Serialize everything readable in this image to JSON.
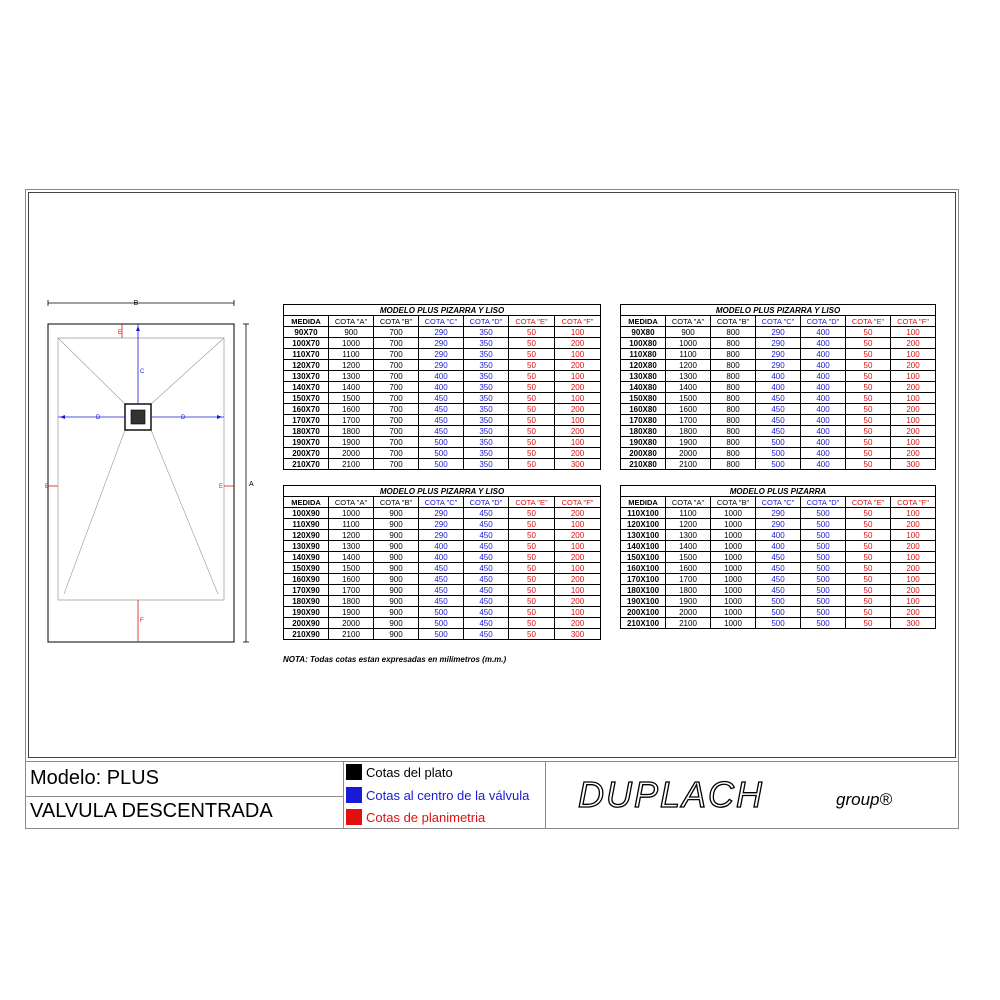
{
  "tables": [
    {
      "title": "MODELO PLUS PIZARRA Y LISO",
      "headers": [
        "MEDIDA",
        "COTA \"A\"",
        "COTA \"B\"",
        "COTA \"C\"",
        "COTA \"D\"",
        "COTA \"E\"",
        "COTA \"F\""
      ],
      "rows": [
        [
          "90X70",
          "900",
          "700",
          "290",
          "350",
          "50",
          "100"
        ],
        [
          "100X70",
          "1000",
          "700",
          "290",
          "350",
          "50",
          "200"
        ],
        [
          "110X70",
          "1100",
          "700",
          "290",
          "350",
          "50",
          "100"
        ],
        [
          "120X70",
          "1200",
          "700",
          "290",
          "350",
          "50",
          "200"
        ],
        [
          "130X70",
          "1300",
          "700",
          "400",
          "350",
          "50",
          "100"
        ],
        [
          "140X70",
          "1400",
          "700",
          "400",
          "350",
          "50",
          "200"
        ],
        [
          "150X70",
          "1500",
          "700",
          "450",
          "350",
          "50",
          "100"
        ],
        [
          "160X70",
          "1600",
          "700",
          "450",
          "350",
          "50",
          "200"
        ],
        [
          "170X70",
          "1700",
          "700",
          "450",
          "350",
          "50",
          "100"
        ],
        [
          "180X70",
          "1800",
          "700",
          "450",
          "350",
          "50",
          "200"
        ],
        [
          "190X70",
          "1900",
          "700",
          "500",
          "350",
          "50",
          "100"
        ],
        [
          "200X70",
          "2000",
          "700",
          "500",
          "350",
          "50",
          "200"
        ],
        [
          "210X70",
          "2100",
          "700",
          "500",
          "350",
          "50",
          "300"
        ]
      ]
    },
    {
      "title": "MODELO PLUS PIZARRA Y LISO",
      "headers": [
        "MEDIDA",
        "COTA \"A\"",
        "COTA \"B\"",
        "COTA \"C\"",
        "COTA \"D\"",
        "COTA \"E\"",
        "COTA \"F\""
      ],
      "rows": [
        [
          "90X80",
          "900",
          "800",
          "290",
          "400",
          "50",
          "100"
        ],
        [
          "100X80",
          "1000",
          "800",
          "290",
          "400",
          "50",
          "200"
        ],
        [
          "110X80",
          "1100",
          "800",
          "290",
          "400",
          "50",
          "100"
        ],
        [
          "120X80",
          "1200",
          "800",
          "290",
          "400",
          "50",
          "200"
        ],
        [
          "130X80",
          "1300",
          "800",
          "400",
          "400",
          "50",
          "100"
        ],
        [
          "140X80",
          "1400",
          "800",
          "400",
          "400",
          "50",
          "200"
        ],
        [
          "150X80",
          "1500",
          "800",
          "450",
          "400",
          "50",
          "100"
        ],
        [
          "160X80",
          "1600",
          "800",
          "450",
          "400",
          "50",
          "200"
        ],
        [
          "170X80",
          "1700",
          "800",
          "450",
          "400",
          "50",
          "100"
        ],
        [
          "180X80",
          "1800",
          "800",
          "450",
          "400",
          "50",
          "200"
        ],
        [
          "190X80",
          "1900",
          "800",
          "500",
          "400",
          "50",
          "100"
        ],
        [
          "200X80",
          "2000",
          "800",
          "500",
          "400",
          "50",
          "200"
        ],
        [
          "210X80",
          "2100",
          "800",
          "500",
          "400",
          "50",
          "300"
        ]
      ]
    },
    {
      "title": "MODELO PLUS PIZARRA Y LISO",
      "headers": [
        "MEDIDA",
        "COTA \"A\"",
        "COTA \"B\"",
        "COTA \"C\"",
        "COTA \"D\"",
        "COTA \"E\"",
        "COTA \"F\""
      ],
      "rows": [
        [
          "100X90",
          "1000",
          "900",
          "290",
          "450",
          "50",
          "200"
        ],
        [
          "110X90",
          "1100",
          "900",
          "290",
          "450",
          "50",
          "100"
        ],
        [
          "120X90",
          "1200",
          "900",
          "290",
          "450",
          "50",
          "200"
        ],
        [
          "130X90",
          "1300",
          "900",
          "400",
          "450",
          "50",
          "100"
        ],
        [
          "140X90",
          "1400",
          "900",
          "400",
          "450",
          "50",
          "200"
        ],
        [
          "150X90",
          "1500",
          "900",
          "450",
          "450",
          "50",
          "100"
        ],
        [
          "160X90",
          "1600",
          "900",
          "450",
          "450",
          "50",
          "200"
        ],
        [
          "170X90",
          "1700",
          "900",
          "450",
          "450",
          "50",
          "100"
        ],
        [
          "180X90",
          "1800",
          "900",
          "450",
          "450",
          "50",
          "200"
        ],
        [
          "190X90",
          "1900",
          "900",
          "500",
          "450",
          "50",
          "100"
        ],
        [
          "200X90",
          "2000",
          "900",
          "500",
          "450",
          "50",
          "200"
        ],
        [
          "210X90",
          "2100",
          "900",
          "500",
          "450",
          "50",
          "300"
        ]
      ]
    },
    {
      "title": "MODELO PLUS PIZARRA",
      "headers": [
        "MEDIDA",
        "COTA \"A\"",
        "COTA \"B\"",
        "COTA \"C\"",
        "COTA \"D\"",
        "COTA \"E\"",
        "COTA \"F\""
      ],
      "rows": [
        [
          "110X100",
          "1100",
          "1000",
          "290",
          "500",
          "50",
          "100"
        ],
        [
          "120X100",
          "1200",
          "1000",
          "290",
          "500",
          "50",
          "200"
        ],
        [
          "130X100",
          "1300",
          "1000",
          "400",
          "500",
          "50",
          "100"
        ],
        [
          "140X100",
          "1400",
          "1000",
          "400",
          "500",
          "50",
          "200"
        ],
        [
          "150X100",
          "1500",
          "1000",
          "450",
          "500",
          "50",
          "100"
        ],
        [
          "160X100",
          "1600",
          "1000",
          "450",
          "500",
          "50",
          "200"
        ],
        [
          "170X100",
          "1700",
          "1000",
          "450",
          "500",
          "50",
          "100"
        ],
        [
          "180X100",
          "1800",
          "1000",
          "450",
          "500",
          "50",
          "200"
        ],
        [
          "190X100",
          "1900",
          "1000",
          "500",
          "500",
          "50",
          "100"
        ],
        [
          "200X100",
          "2000",
          "1000",
          "500",
          "500",
          "50",
          "200"
        ],
        [
          "210X100",
          "2100",
          "1000",
          "500",
          "500",
          "50",
          "300"
        ]
      ]
    }
  ],
  "note": "NOTA: Todas cotas estan expresadas en milímetros (m.m.)",
  "drawing": {
    "label_a": "A",
    "label_b": "B",
    "label_c": "C",
    "label_d": "D",
    "label_e": "E",
    "label_f": "F"
  },
  "footer": {
    "model": "Modelo: PLUS",
    "valve": "VALVULA DESCENTRADA",
    "legend": [
      {
        "label": "Cotas del plato",
        "color": "#000000"
      },
      {
        "label": "Cotas al centro de la válvula",
        "color": "#1a1ad6"
      },
      {
        "label": "Cotas de planimetria",
        "color": "#e01010"
      }
    ],
    "logo": "DUPLACH",
    "logo_sub": "group®"
  },
  "colors": {
    "plate": "#000000",
    "valve": "#1a1ad6",
    "planimetry": "#e01010"
  }
}
